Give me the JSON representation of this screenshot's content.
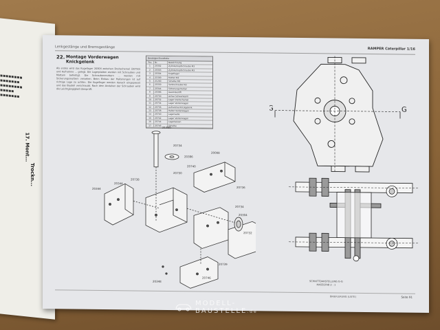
{
  "left_page": {
    "heading": "17.  Mont...",
    "side_text": "Trockn..."
  },
  "page": {
    "header_left": "Lenkgestänge und Bremsgestänge",
    "header_right": "RAMPER Caterpillar 1/16",
    "section_number": "22.",
    "section_title": "Montage Vorderwagen",
    "section_subtitle": "Knickgelenk",
    "body_text": "Als erstes wird das Kugellager 20304 zwischen Drehschemel (20750) und Aufnahme ... gelegt. Die Lagerplatten werden mit Schrauben und Muttern befestigt. Die Schraubenmuttern ... werden mit Sicherungsmuttern versehen. Beim Einbau der Halterungen ist auf richtige Lage zu achten. Die Kugellager werden danach eingepresst und das Bauteil verschraubt. Nach dem Anziehen der Schrauben wird die Leichtgängigkeit überprüft.",
    "parts_table": {
      "header": "Benötigte Einzelteile",
      "columns": [
        "Pos",
        "Nr.",
        "Bezeichnung"
      ],
      "rows": [
        [
          "1",
          "20302",
          "Zylinderkopfschraube M3"
        ],
        [
          "2",
          "20303",
          "Zylinderkopfschraube M3"
        ],
        [
          "3",
          "20304",
          "Kugellager"
        ],
        [
          "4",
          "21500",
          "Mutter M3"
        ],
        [
          "5",
          "21200",
          "Scheibe M3"
        ],
        [
          "6",
          "20330",
          "Senkschraube M3"
        ],
        [
          "7",
          "20344",
          "Sicherungsmutter"
        ],
        [
          "8",
          "20386",
          "Gewindestift"
        ],
        [
          "9",
          "20730",
          "Achse Schwenkarm"
        ],
        [
          "10",
          "20732",
          "Lager Drehschemel"
        ],
        [
          "11",
          "20734",
          "Lager Vorderwagen"
        ],
        [
          "12",
          "20736",
          "Aufnahme Knickgelenk"
        ],
        [
          "13",
          "20738",
          "Halter Vorderwagen"
        ],
        [
          "14",
          "20740",
          "Lagerwelle"
        ],
        [
          "15",
          "20742",
          "Lager Vorderwagen"
        ],
        [
          "16",
          "20744",
          "Lagerbolzen"
        ],
        [
          "17",
          "20746",
          "Scheibe"
        ]
      ]
    },
    "section_marks": [
      "G",
      "G"
    ],
    "caption_line1": "SCHNITTDARSTELLUNG G-G",
    "caption_line2": "MASSSTAB 2 : 1",
    "part_labels": [
      "21300",
      "20734",
      "20386",
      "20740",
      "20008",
      "20750",
      "20344",
      "20344",
      "20738",
      "20736",
      "20734",
      "20304",
      "20732",
      "20739",
      "20746",
      "20348"
    ],
    "footer_mid": "BRIEFLERUNG (LISTE)",
    "footer_right": "Seite  91"
  },
  "watermark": {
    "line1": "MODELL-",
    "line2": "BAUSTELLE",
    "suffix": ".de"
  }
}
